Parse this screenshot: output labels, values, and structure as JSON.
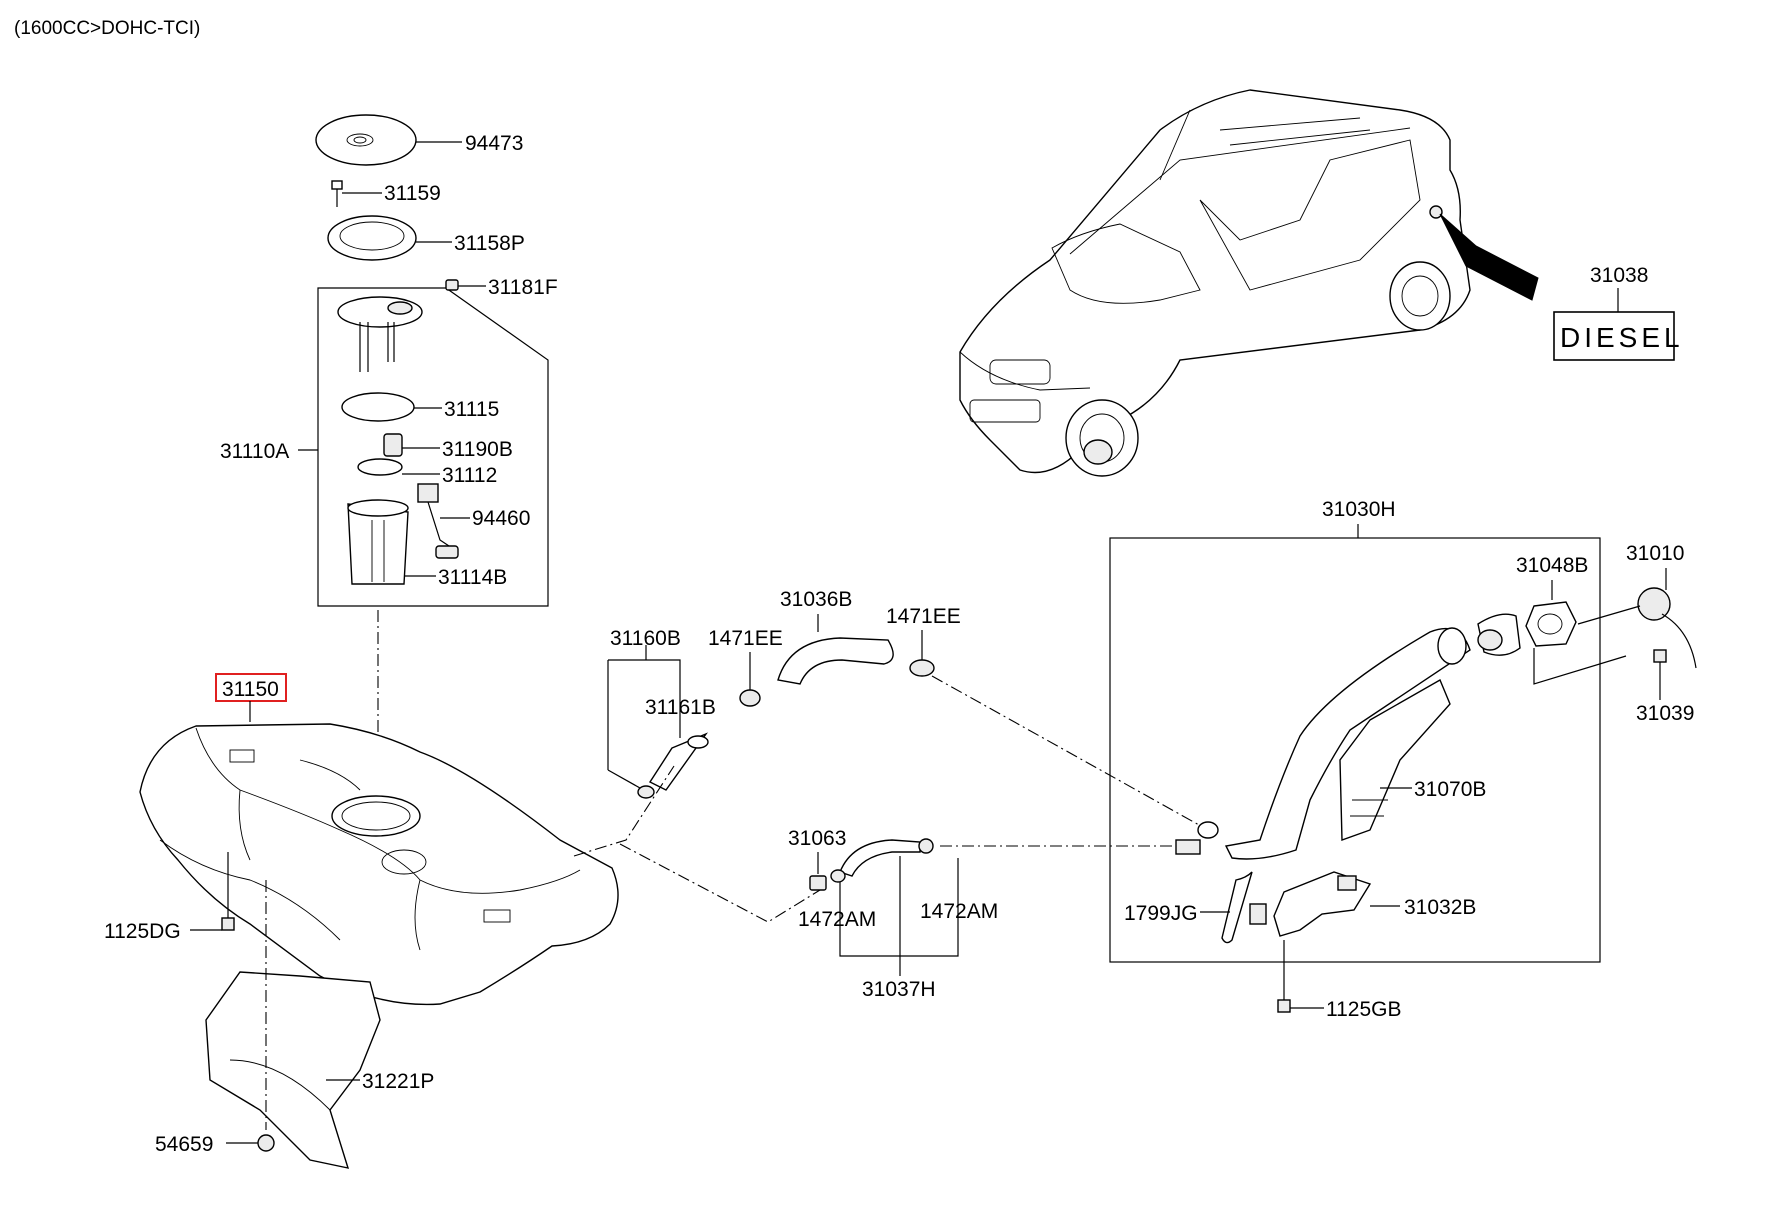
{
  "header": {
    "engine_note": "(1600CC>DOHC-TCI)"
  },
  "highlighted_part": "31150",
  "highlight_color": "#e02020",
  "decal_text": "DIESEL",
  "labels": {
    "p94473": "94473",
    "p31159": "31159",
    "p31158P": "31158P",
    "p31181F": "31181F",
    "p31115": "31115",
    "p31110A": "31110A",
    "p31190B": "31190B",
    "p31112": "31112",
    "p94460": "94460",
    "p31114B": "31114B",
    "p31150": "31150",
    "p1125DG": "1125DG",
    "p31221P": "31221P",
    "p54659": "54659",
    "p31160B": "31160B",
    "p31161B": "31161B",
    "p1471EE_a": "1471EE",
    "p31036B": "31036B",
    "p1471EE_b": "1471EE",
    "p31063": "31063",
    "p1472AM_a": "1472AM",
    "p1472AM_b": "1472AM",
    "p31037H": "31037H",
    "p31038": "31038",
    "p31030H": "31030H",
    "p31048B": "31048B",
    "p31010": "31010",
    "p31039": "31039",
    "p31070B": "31070B",
    "p1799JG": "1799JG",
    "p31032B": "31032B",
    "p1125GB": "1125GB"
  }
}
